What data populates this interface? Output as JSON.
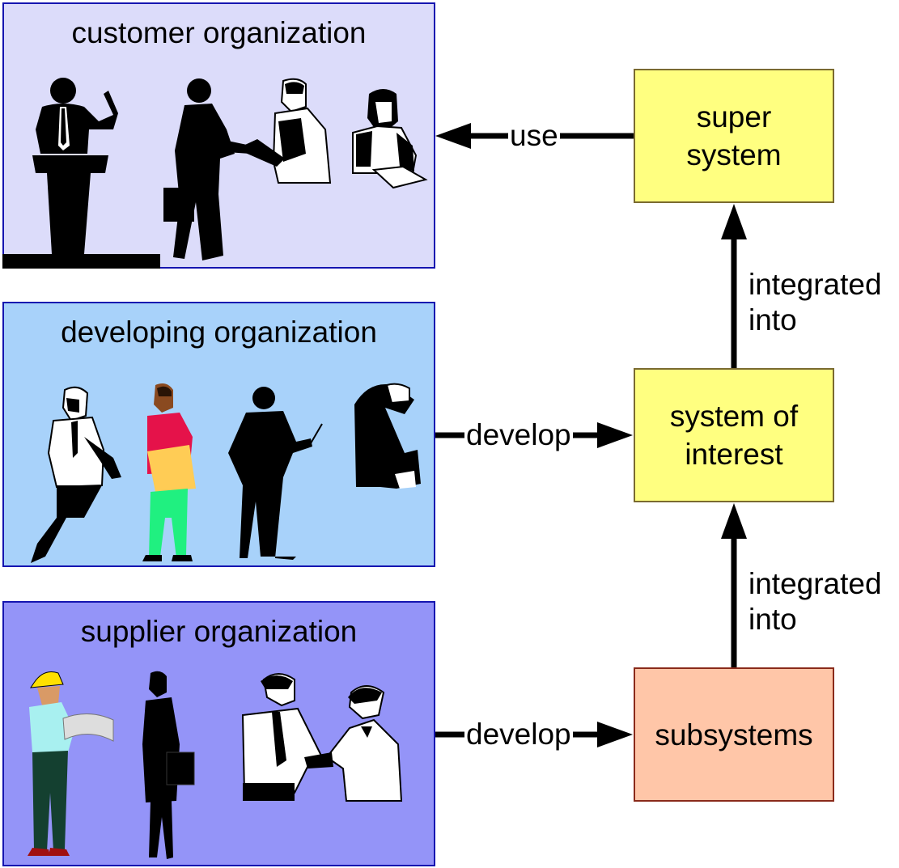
{
  "colors": {
    "customer_bg": "#dcdcfa",
    "developing_bg": "#a8d2fa",
    "supplier_bg": "#9494f8",
    "org_border": "#1515b0",
    "system_yellow": "#ffff80",
    "subsystems_fill": "#ffc6a8",
    "arrow": "#000000"
  },
  "organizations": {
    "customer": {
      "title": "customer organization"
    },
    "developing": {
      "title": "developing organization"
    },
    "supplier": {
      "title": "supplier organization"
    }
  },
  "systems": {
    "super_system": {
      "line1": "super",
      "line2": "system"
    },
    "system_of_interest": {
      "line1": "system of",
      "line2": "interest"
    },
    "subsystems": {
      "line1": "subsystems"
    }
  },
  "relations": {
    "use": "use",
    "develop_developing": "develop",
    "develop_supplier": "develop",
    "integrated_upper": {
      "line1": "integrated",
      "line2": "into"
    },
    "integrated_lower": {
      "line1": "integrated",
      "line2": "into"
    }
  },
  "icons": [
    "presenter-at-podium-icon",
    "businessman-with-briefcase-icon",
    "man-reading-document-icon",
    "woman-writing-icon",
    "man-on-phone-icon",
    "man-with-folder-icon",
    "man-with-pointer-icon",
    "man-working-icon",
    "construction-worker-icon",
    "businesswoman-icon",
    "handshake-icon"
  ]
}
